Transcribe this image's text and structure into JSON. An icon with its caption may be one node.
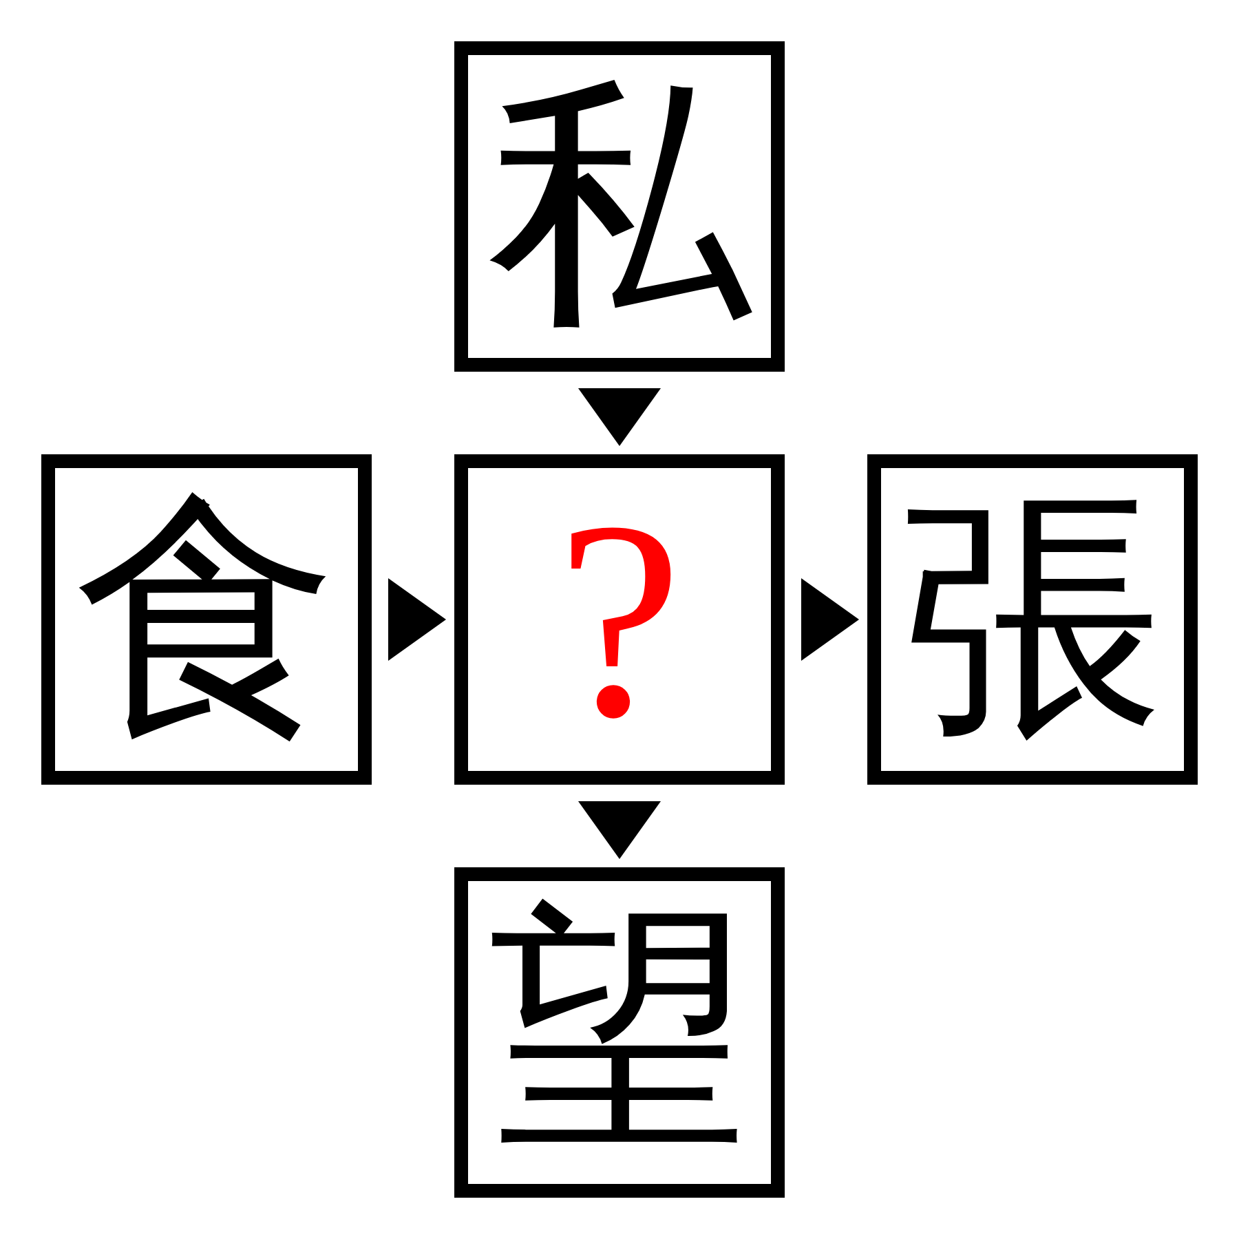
{
  "diagram": {
    "nodes": [
      {
        "text": [
          "私"
        ]
      },
      {
        "text": [
          "食"
        ]
      },
      {
        "text": [
          "?"
        ]
      },
      {
        "text": [
          "張"
        ]
      },
      {
        "text": [
          "望"
        ]
      }
    ],
    "edges": [
      {
        "from": 0,
        "to": 2,
        "arrow": "to"
      },
      {
        "from": 1,
        "to": 2,
        "arrow": "to"
      },
      {
        "from": 2,
        "to": 3,
        "arrow": "to"
      },
      {
        "from": 2,
        "to": 4,
        "arrow": "to"
      }
    ]
  }
}
